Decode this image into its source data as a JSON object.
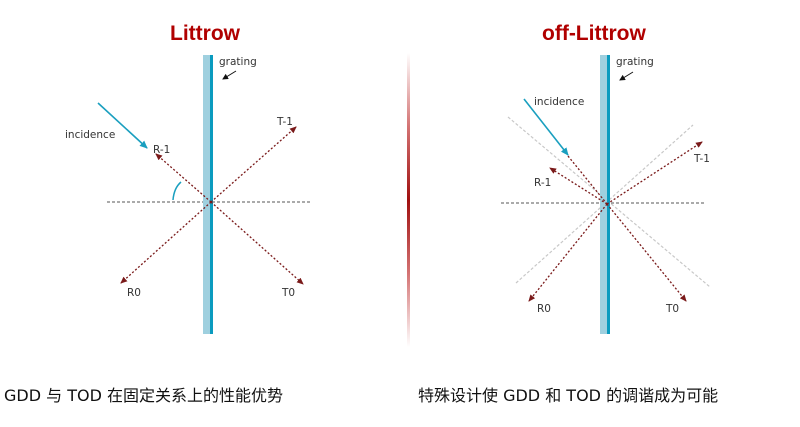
{
  "left_panel": {
    "title": "Littrow",
    "labels": {
      "grating": "grating",
      "incidence": "incidence",
      "r_minus_1": "R-1",
      "t_minus_1": "T-1",
      "r0": "R0",
      "t0": "T0"
    },
    "caption": "GDD 与 TOD 在固定关系上的性能优势"
  },
  "right_panel": {
    "title": "off-Littrow",
    "labels": {
      "grating": "grating",
      "incidence": "incidence",
      "r_minus_1": "R-1",
      "t_minus_1": "T-1",
      "r0": "R0",
      "t0": "T0"
    },
    "caption": "特殊设计使 GDD 和 TOD 的调谐成为可能"
  },
  "colors": {
    "title": "#b00000",
    "grating_fill": "#9fd0df",
    "grating_edge": "#0a9bbf",
    "incidence": "#1a9fbf",
    "diffracted_beams": "#7a1a1a",
    "normal_line": "#555555",
    "reference_lines": "#c8c8c8"
  }
}
